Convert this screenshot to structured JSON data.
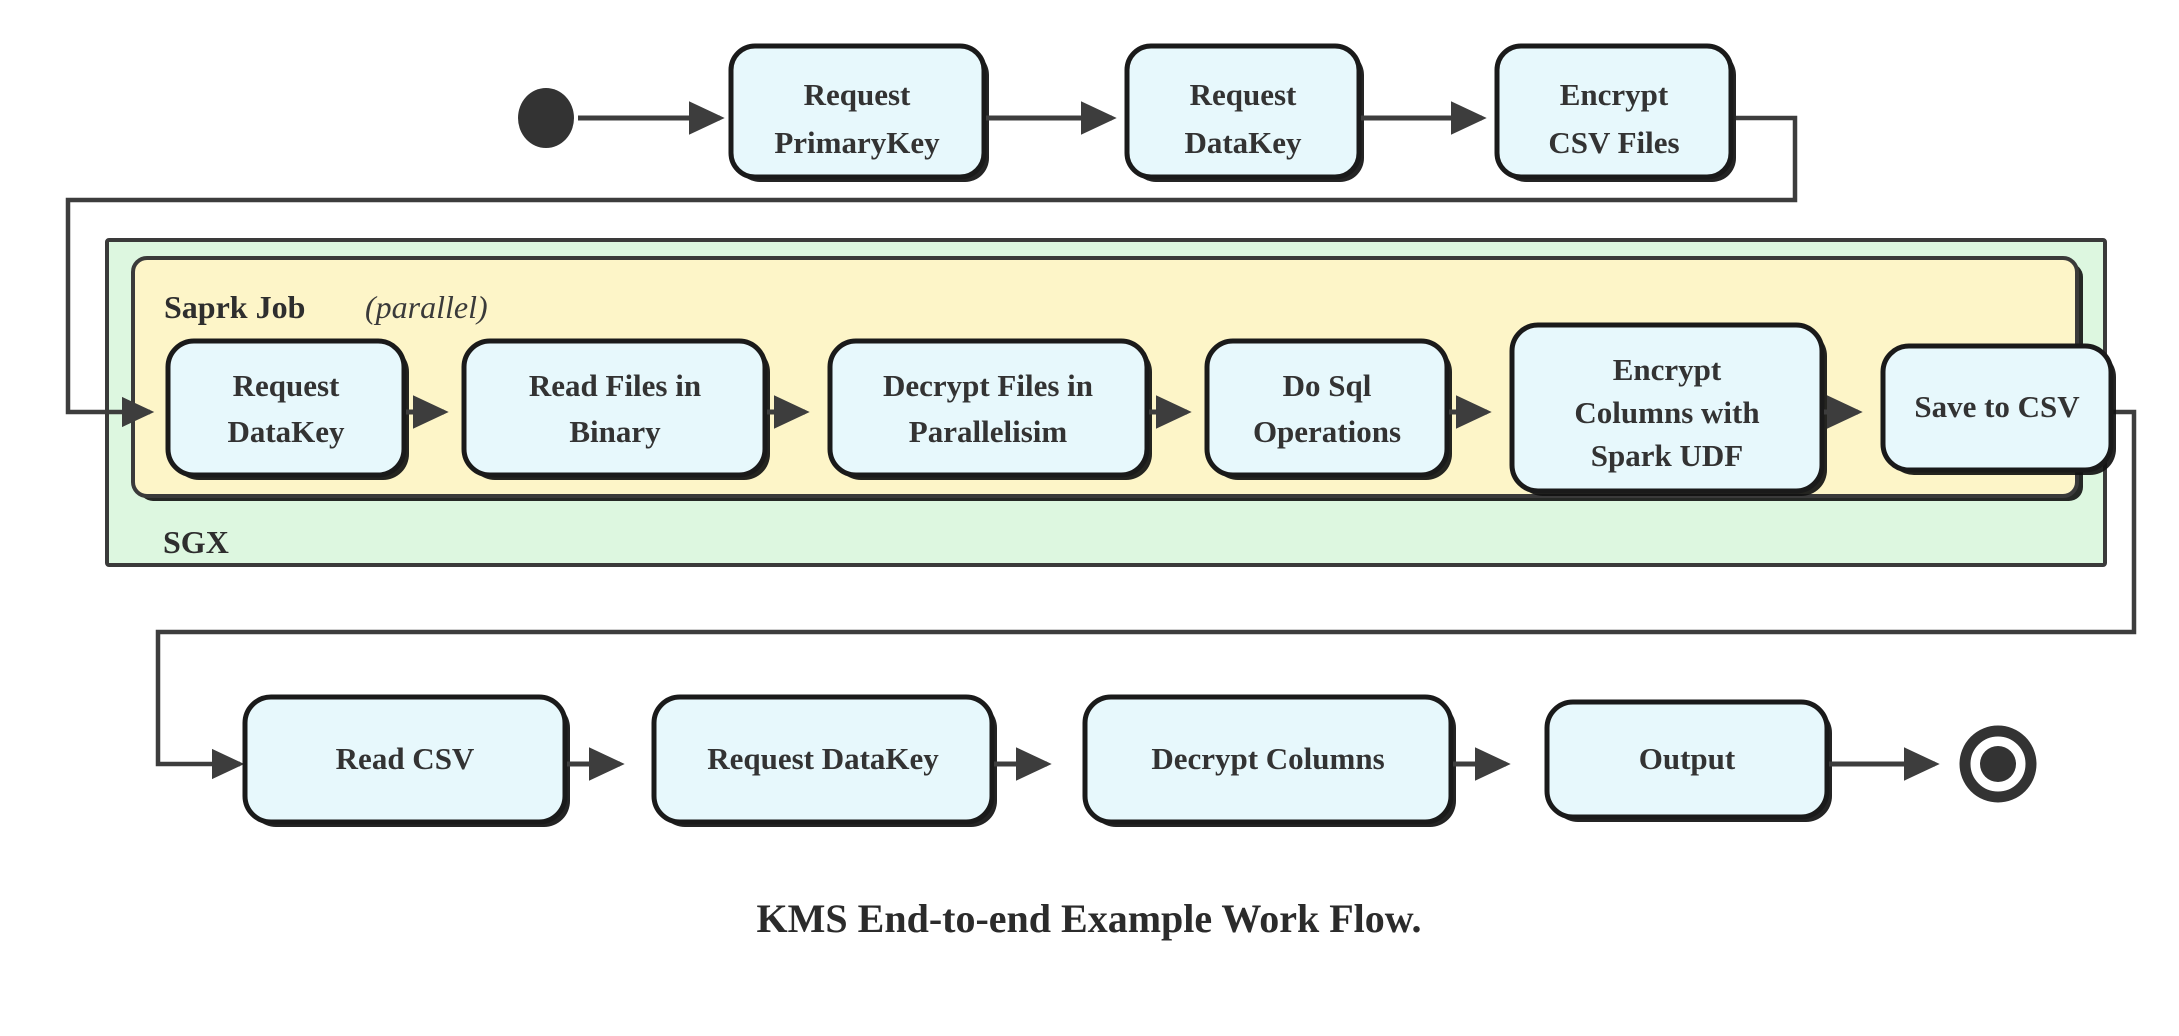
{
  "diagram": {
    "caption": "KMS End-to-end Example Work Flow.",
    "colors": {
      "node_fill": "#e7f8fc",
      "node_stroke": "#1a1a1a",
      "sgx_fill": "#ddf7e0",
      "spark_fill": "#fdf5c8",
      "line": "#3d3d3d",
      "text": "#333333",
      "background": "#ffffff"
    },
    "start_node": {
      "name": "start",
      "shape": "filled-circle"
    },
    "end_node": {
      "name": "end",
      "shape": "bullseye"
    },
    "top_row": [
      {
        "id": "request-primarykey",
        "lines": [
          "Request",
          "PrimaryKey"
        ]
      },
      {
        "id": "request-datakey-top",
        "lines": [
          "Request",
          "DataKey"
        ]
      },
      {
        "id": "encrypt-csv-files",
        "lines": [
          "Encrypt",
          "CSV Files"
        ]
      }
    ],
    "containers": {
      "outer": {
        "id": "sgx",
        "label": "SGX"
      },
      "inner": {
        "id": "spark-job",
        "label": "Saprk Job",
        "modifier": "(parallel)",
        "modifier_prefix": "(",
        "modifier_word": "parallel",
        "modifier_suffix": ")"
      }
    },
    "spark_row": [
      {
        "id": "request-datakey-spark",
        "lines": [
          "Request",
          "DataKey"
        ]
      },
      {
        "id": "read-files-in-binary",
        "lines": [
          "Read Files in",
          "Binary"
        ]
      },
      {
        "id": "decrypt-files-in-parallelisim",
        "lines": [
          "Decrypt Files in",
          "Parallelisim"
        ]
      },
      {
        "id": "do-sql-operations",
        "lines": [
          "Do Sql",
          "Operations"
        ]
      },
      {
        "id": "encrypt-columns-with-spark-udf",
        "lines": [
          "Encrypt",
          "Columns with",
          "Spark UDF"
        ]
      },
      {
        "id": "save-to-csv",
        "lines": [
          "Save to CSV"
        ]
      }
    ],
    "bottom_row": [
      {
        "id": "read-csv",
        "lines": [
          "Read CSV"
        ]
      },
      {
        "id": "request-datakey-bottom",
        "lines": [
          "Request DataKey"
        ]
      },
      {
        "id": "decrypt-columns",
        "lines": [
          "Decrypt Columns"
        ]
      },
      {
        "id": "output",
        "lines": [
          "Output"
        ]
      }
    ]
  }
}
